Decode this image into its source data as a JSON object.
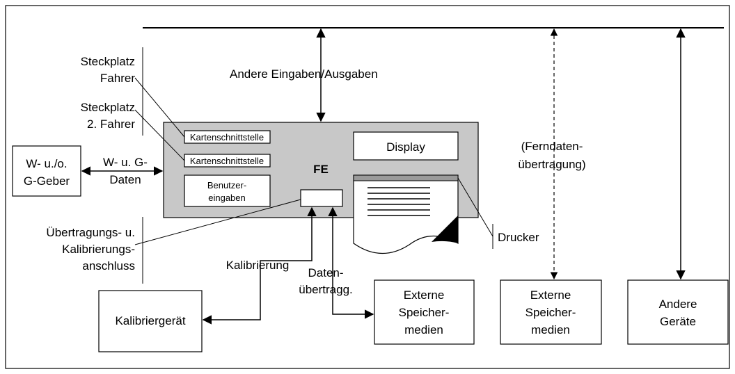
{
  "labels": {
    "steckplatz_fahrer_1": "Steckplatz",
    "steckplatz_fahrer_2": "Fahrer",
    "steckplatz_2fahrer_1": "Steckplatz",
    "steckplatz_2fahrer_2": "2. Fahrer",
    "andere_ein_ausgaben": "Andere Eingaben/Ausgaben",
    "kartenschnittstelle_1": "Kartenschnittstelle",
    "kartenschnittstelle_2": "Kartenschnittstelle",
    "display": "Display",
    "fe": "FE",
    "benutzereingaben_1": "Benutzer-",
    "benutzereingaben_2": "eingaben",
    "geber_1": "W- u./o.",
    "geber_2": "G-Geber",
    "wg_daten_1": "W- u. G-",
    "wg_daten_2": "Daten",
    "ferndaten_1": "(Ferndaten-",
    "ferndaten_2": "übertragung)",
    "uebertragung_1": "Übertragungs- u.",
    "uebertragung_2": "Kalibrierungs-",
    "uebertragung_3": "anschluss",
    "drucker": "Drucker",
    "kalibrierung": "Kalibrierung",
    "datenuebertragung_1": "Daten-",
    "datenuebertragung_2": "übertragg.",
    "kalibriergeraet": "Kalibriergerät",
    "externe1_1": "Externe",
    "externe1_2": "Speicher-",
    "externe1_3": "medien",
    "externe2_1": "Externe",
    "externe2_2": "Speicher-",
    "externe2_3": "medien",
    "andere_geraete_1": "Andere",
    "andere_geraete_2": "Geräte"
  },
  "colors": {
    "unit_fill": "#c8c8c8",
    "printer_strip": "#9a9a9a"
  }
}
